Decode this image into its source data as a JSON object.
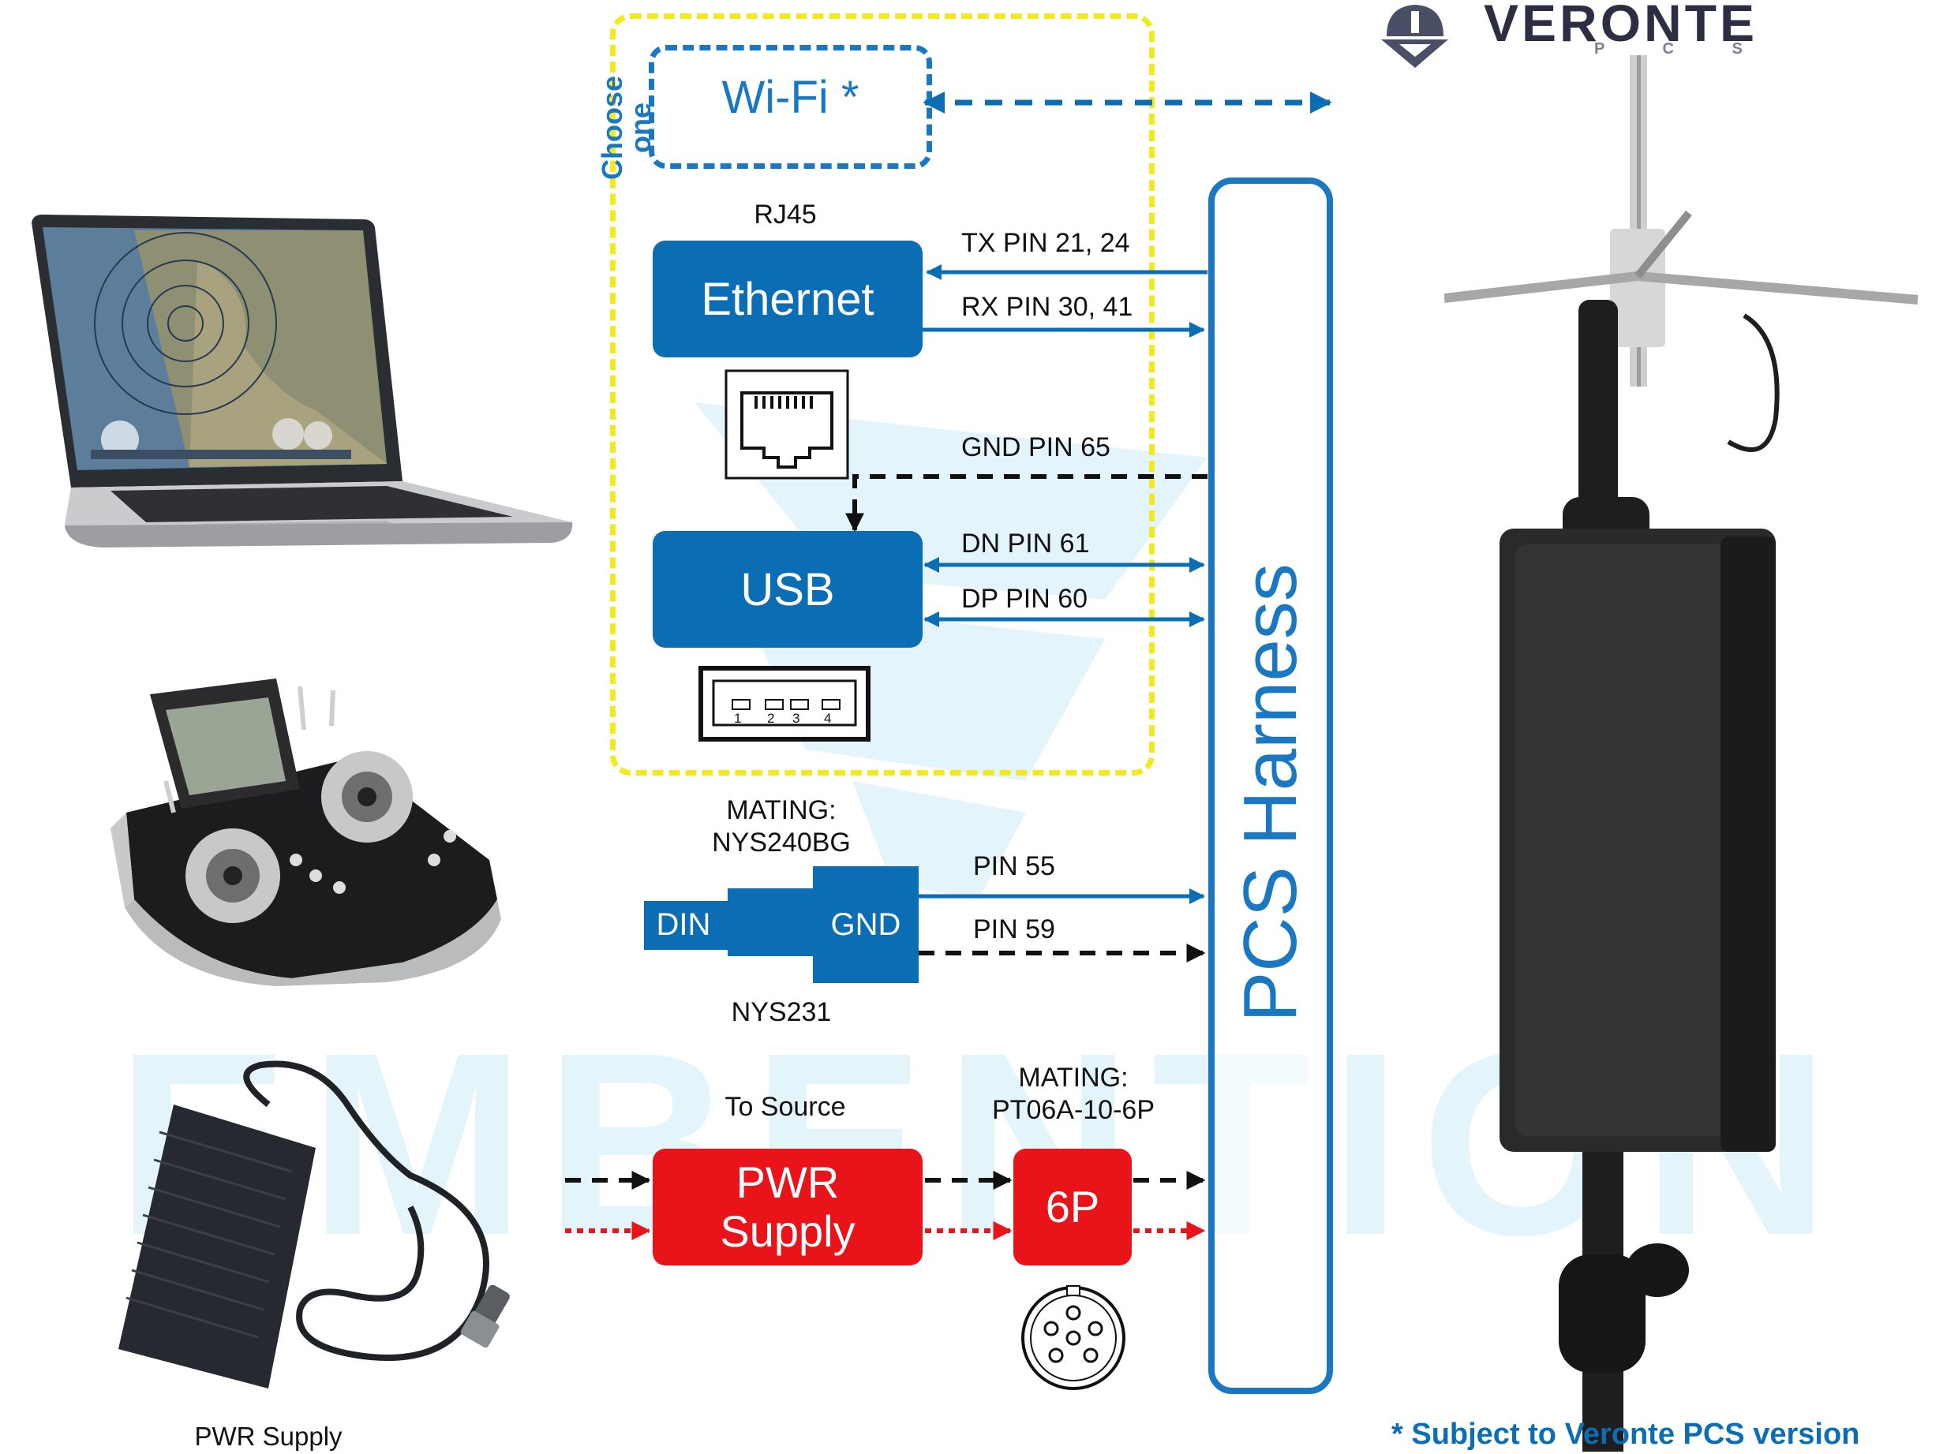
{
  "watermark": "EMBENTION",
  "brand": {
    "name": "VERONTE",
    "sub": "P C S"
  },
  "choose_one": "Choose one",
  "wifi": {
    "label": "Wi-Fi *"
  },
  "ethernet": {
    "connector": "RJ45",
    "label": "Ethernet",
    "tx": "TX PIN 21, 24",
    "rx": "RX PIN 30, 41"
  },
  "gnd_pin": "GND PIN 65",
  "usb": {
    "label": "USB",
    "dn": "DN PIN 61",
    "dp": "DP PIN 60",
    "pins": [
      "1",
      "2",
      "3",
      "4"
    ]
  },
  "din": {
    "mating": "MATING:\nNYS240BG",
    "din_label": "DIN",
    "gnd_label": "GND",
    "pin55": "PIN 55",
    "pin59": "PIN 59",
    "part": "NYS231"
  },
  "pwr": {
    "to_source": "To Source",
    "supply_label": "PWR\nSupply",
    "mating": "MATING:\nPT06A-10-6P",
    "six_p": "6P"
  },
  "harness": "PCS Harness",
  "pwr_supply_caption": "PWR Supply",
  "footnote": "* Subject to Veronte PCS version",
  "colors": {
    "blue": "#0b6db3",
    "red": "#e8141a",
    "yellow": "#f2ea1c",
    "harness": "#1a78c2",
    "watermark": "#e3f4fb"
  }
}
